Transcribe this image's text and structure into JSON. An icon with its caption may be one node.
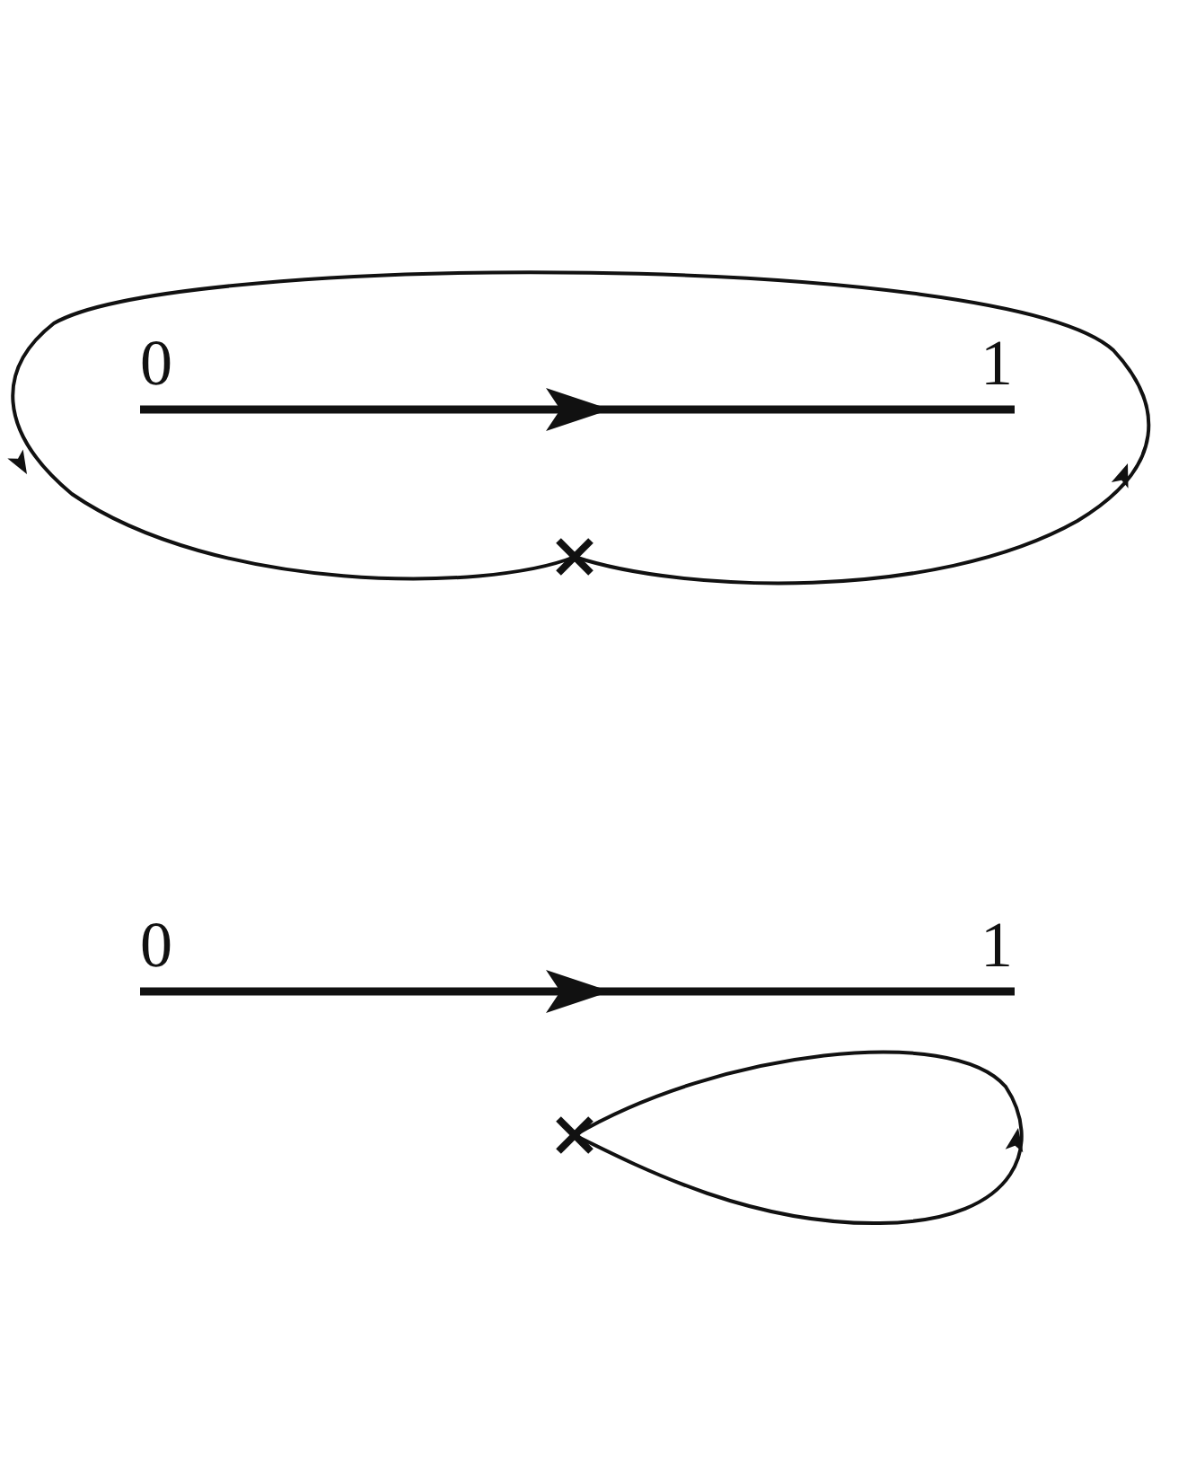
{
  "diagram": {
    "labels": [
      "0",
      "1",
      "0",
      "1"
    ]
  }
}
